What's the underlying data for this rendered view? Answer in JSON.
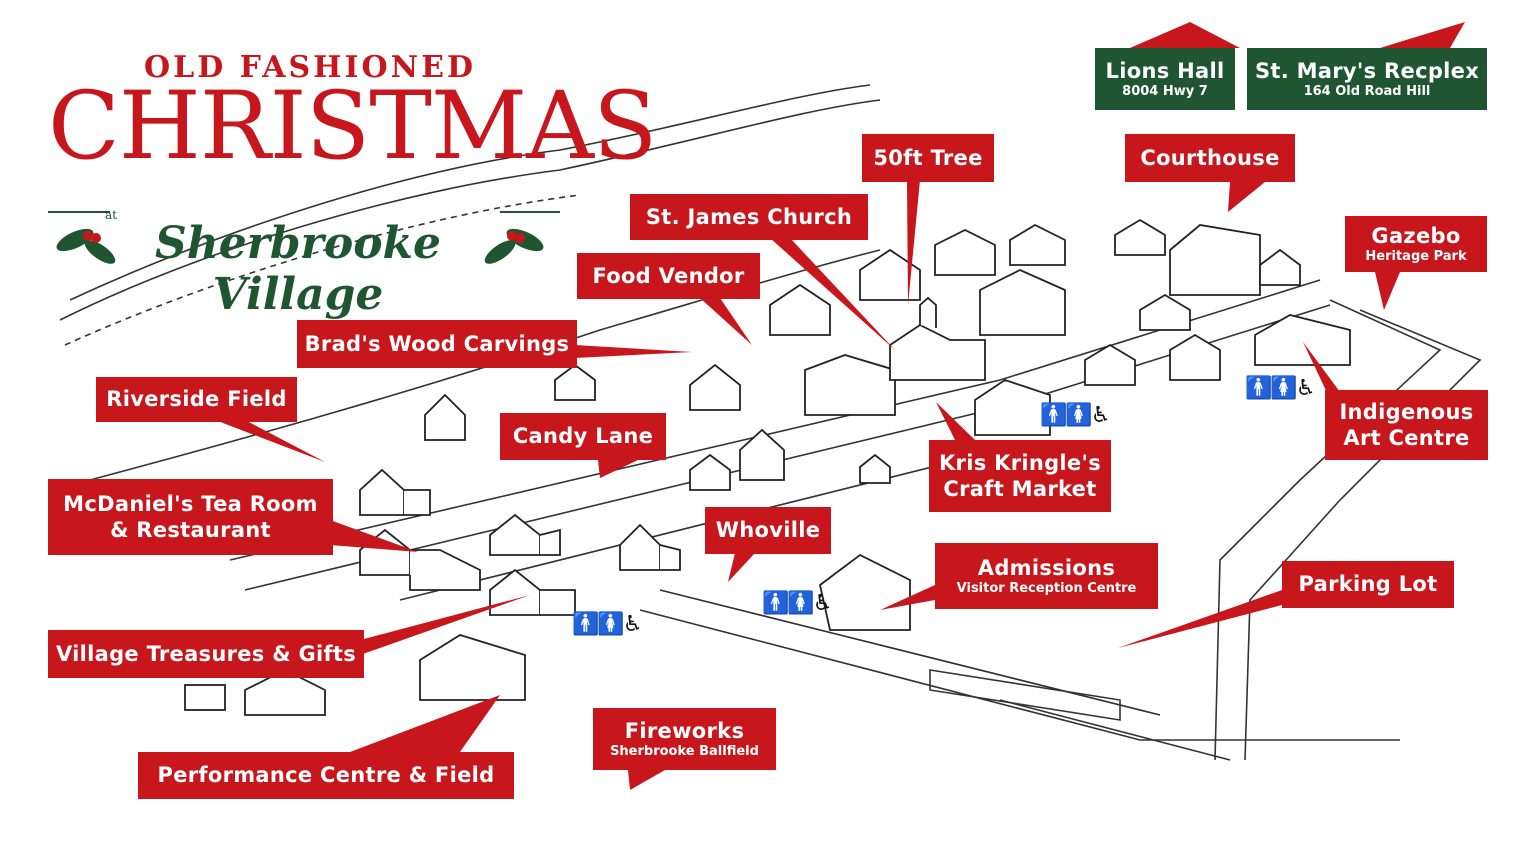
{
  "title": {
    "line1": "OLD FASHIONED",
    "line2": "CHRISTMAS",
    "line3_prefix": "at",
    "line3": "Sherbrooke Village"
  },
  "colors": {
    "red": "#c8161d",
    "green": "#1f5631"
  },
  "venues": {
    "lions_hall": {
      "name": "Lions Hall",
      "address": "8004 Hwy 7"
    },
    "st_marys": {
      "name": "St. Mary's Recplex",
      "address": "164 Old Road Hill"
    }
  },
  "labels": {
    "tree": "50ft Tree",
    "courthouse": "Courthouse",
    "church": "St. James Church",
    "food": "Food Vendor",
    "carvings": "Brad's Wood Carvings",
    "gazebo": "Gazebo",
    "gazebo_sub": "Heritage Park",
    "riverside": "Riverside Field",
    "candy": "Candy Lane",
    "indigenous_1": "Indigenous",
    "indigenous_2": "Art Centre",
    "kris_1": "Kris Kringle's",
    "kris_2": "Craft Market",
    "tearoom_1": "McDaniel's Tea Room",
    "tearoom_2": "& Restaurant",
    "whoville": "Whoville",
    "admissions": "Admissions",
    "admissions_sub": "Visitor Reception Centre",
    "parking": "Parking Lot",
    "treasures": "Village Treasures & Gifts",
    "fireworks": "Fireworks",
    "fireworks_sub": "Sherbrooke Ballfield",
    "performance": "Performance Centre & Field"
  },
  "amenity_icons": [
    "restroom-men-icon",
    "restroom-women-icon",
    "wheelchair-accessible-icon"
  ]
}
